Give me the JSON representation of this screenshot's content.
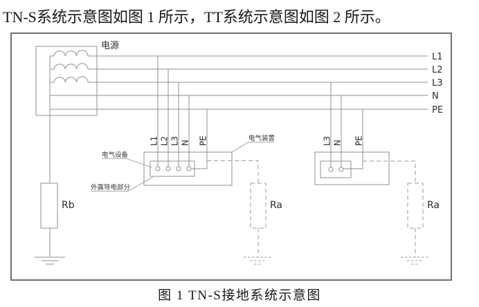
{
  "page": {
    "intro_text": "TN-S系统示意图如图 1 所示，TT系统示意图如图 2 所示。",
    "caption": "图 1 TN-S接地系统示意图"
  },
  "colors": {
    "wire": "#8f8f8f",
    "frame": "#5f5f5f",
    "dashed": "#9a9a9a",
    "ink": "#262626"
  },
  "diagram": {
    "source_label": "电源",
    "right_bus_labels": [
      "L1",
      "L2",
      "L3",
      "N",
      "PE"
    ],
    "group1": {
      "drop_labels": [
        "L1",
        "L2",
        "L3",
        "N",
        "PE"
      ],
      "equipment_label": "电气设备",
      "exposed_conductive_label": "外露导电部分",
      "installation_label": "电气装置",
      "earth_resistor_label": "Ra"
    },
    "group2": {
      "drop_labels": [
        "L3",
        "N",
        "PE"
      ],
      "earth_resistor_label": "Ra"
    },
    "source_earth_resistor_label": "Rb"
  }
}
